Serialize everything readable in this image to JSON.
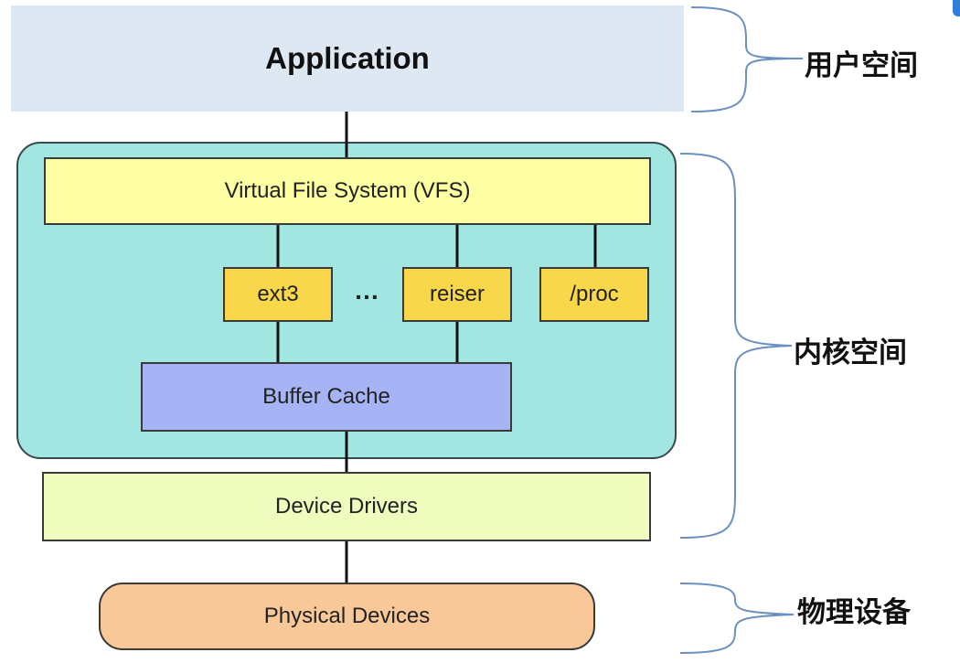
{
  "colors": {
    "application": "#dde8f3",
    "kernel_panel": "#a2e6e2",
    "vfs": "#fefea2",
    "filesystem": "#f8d84a",
    "buffer_cache": "#a6b4f6",
    "device_drivers": "#eefcbe",
    "physical_devices": "#f9c898",
    "connector": "#111111",
    "brace": "#6b8fbf",
    "accent": "#2f7fd8"
  },
  "user_space": {
    "application_label": "Application"
  },
  "kernel_space": {
    "vfs_label": "Virtual File System (VFS)",
    "filesystems": [
      "ext3",
      "reiser",
      "/proc"
    ],
    "ellipsis": "…",
    "buffer_cache_label": "Buffer Cache",
    "device_drivers_label": "Device Drivers"
  },
  "hardware": {
    "physical_devices_label": "Physical Devices"
  },
  "zones": {
    "user": "用户空间",
    "kernel": "内核空间",
    "physical": "物理设备"
  }
}
